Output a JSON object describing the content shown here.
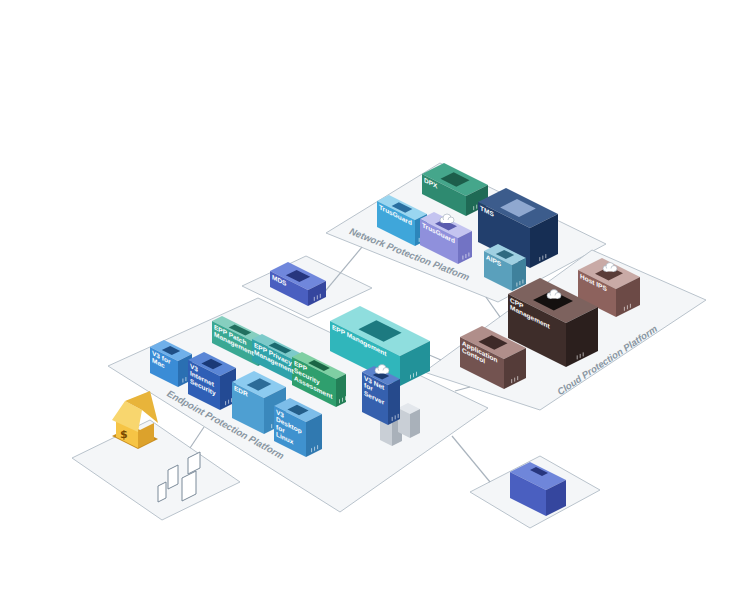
{
  "diagram": {
    "nodes": [
      {
        "text": [
          "Network Protection Platform"
        ]
      },
      {
        "text": [
          "TrusGuard"
        ],
        "in": 0
      },
      {
        "text": [
          "DPX"
        ],
        "in": 0
      },
      {
        "text": [
          "TMS"
        ],
        "in": 0
      },
      {
        "text": [
          "TrusGuard"
        ],
        "in": 0
      },
      {
        "text": [
          "AIPS"
        ],
        "in": 0
      },
      {
        "text": [
          "MDS"
        ]
      },
      {
        "text": [
          "Cloud Protection Platform"
        ]
      },
      {
        "text": [
          "Host IPS"
        ],
        "in": 7
      },
      {
        "text": [
          "CPP Management"
        ],
        "in": 7
      },
      {
        "text": [
          "Application Control"
        ],
        "in": 7
      },
      {
        "text": [
          "Endpoint Protection Platform"
        ]
      },
      {
        "text": [
          "EPP Management"
        ],
        "in": 11
      },
      {
        "text": [
          "EPP Patch Management"
        ],
        "in": 11
      },
      {
        "text": [
          "EPP Privacy Management"
        ],
        "in": 11
      },
      {
        "text": [
          "EPP Security Assessment"
        ],
        "in": 11
      },
      {
        "text": [
          "V3 for Mac"
        ],
        "in": 11
      },
      {
        "text": [
          "V3 Internet Security"
        ],
        "in": 11
      },
      {
        "text": [
          "EDR"
        ],
        "in": 11
      },
      {
        "text": [
          "V3 Desktop for Linux"
        ],
        "in": 11
      },
      {
        "text": [
          "V3 Net for Server"
        ],
        "in": 11
      }
    ],
    "edges": [
      {
        "from": 6,
        "to": 0,
        "arrow": "none"
      },
      {
        "from": 0,
        "to": 7,
        "arrow": "none"
      },
      {
        "from": 12,
        "to": 7,
        "arrow": "none"
      },
      {
        "from": 11,
        "to": 7,
        "arrow": "none"
      }
    ],
    "labels": [
      "$"
    ]
  }
}
